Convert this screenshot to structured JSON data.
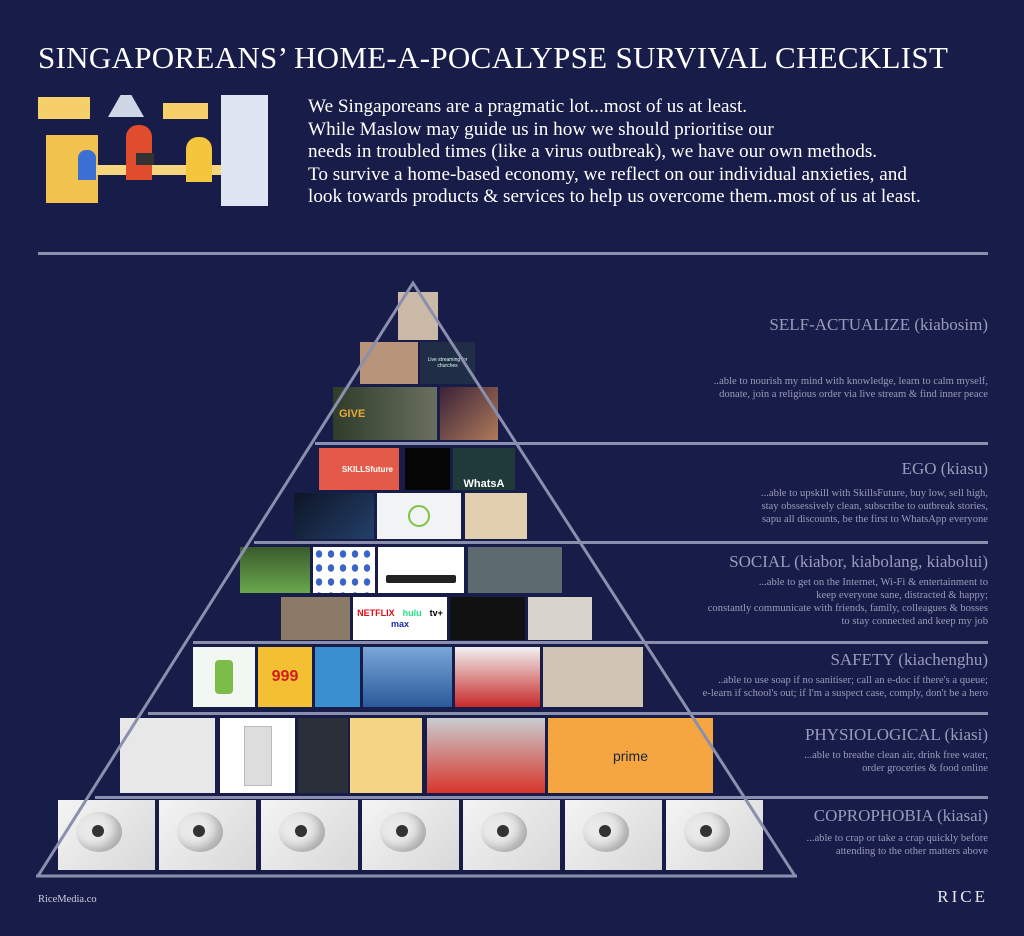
{
  "title": "SINGAPOREANS’ HOME-A-POCALYPSE SURVIVAL CHECKLIST",
  "intro": [
    "We Singaporeans are a pragmatic lot...most of us at least.",
    "While Maslow may guide us in how we should prioritise our",
    "needs in troubled times (like a virus outbreak), we have our own methods.",
    "To survive a home-based economy, we reflect on our individual anxieties, and",
    "look towards products & services to help us overcome them..most of us at least."
  ],
  "levels": [
    {
      "heading": "SELF-ACTUALIZE (kiabosim)",
      "desc": "..able to nourish my mind with knowledge, learn to calm myself,\ndonate, join a religious order via live stream & find inner peace"
    },
    {
      "heading": "EGO (kiasu)",
      "desc": "...able to upskill with SkillsFuture, buy low, sell high,\nstay obssessively clean, subscribe to outbreak stories,\nsapu all discounts, be the first to WhatsApp everyone"
    },
    {
      "heading": "SOCIAL (kiabor, kiabolang, kiabolui)",
      "desc": "...able to get on the Internet, Wi-Fi & entertainment to\nkeep everyone sane, distracted & happy;\nconstantly communicate with friends, family, colleagues & bosses\nto stay connected and keep my job"
    },
    {
      "heading": "SAFETY (kiachenghu)",
      "desc": "..able to use soap if no sanitiser; call an e-doc if there's a queue;\ne-learn if school's out; if I'm a suspect case, comply, don't be a hero"
    },
    {
      "heading": "PHYSIOLOGICAL (kiasi)",
      "desc": "...able to breathe clean air, drink free water,\norder groceries & food online"
    },
    {
      "heading": "COPROPHOBIA (kiasai)",
      "desc": "...able to crap or take a crap quickly before\nattending to the other matters above"
    }
  ],
  "tiles": {
    "give": "GIVE",
    "skills": "SKILLSfuture",
    "whatsapp": "WhatsA",
    "netflix": "NETFLIX",
    "hulu": "hulu",
    "tvplus": " tv+",
    "max": "max",
    "soap": "999",
    "prime": "prime",
    "live": "Live streaming for churches"
  },
  "footer": {
    "source": "RiceMedia.co",
    "logo": "RICE"
  }
}
